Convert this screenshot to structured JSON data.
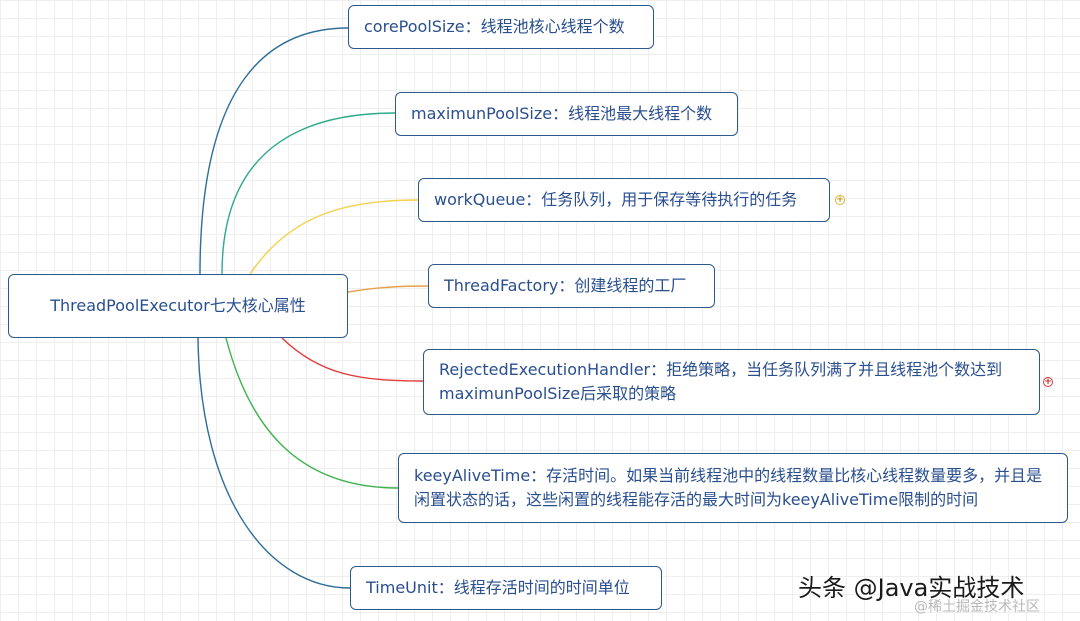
{
  "root": {
    "label": "ThreadPoolExecutor七大核心属性"
  },
  "branches": [
    {
      "label": "corePoolSize：线程池核心线程个数",
      "color": "#2e6f97"
    },
    {
      "label": "maximunPoolSize：线程池最大线程个数",
      "color": "#2eaa8c"
    },
    {
      "label": "workQueue：任务队列，用于保存等待执行的任务",
      "color": "#f2d24a",
      "collapsed": true
    },
    {
      "label": "ThreadFactory：创建线程的工厂",
      "color": "#e7a04a"
    },
    {
      "label": "RejectedExecutionHandler：拒绝策略，当任务队列满了并且线程池个数达到maximunPoolSize后采取的策略",
      "color": "#e23a3a",
      "collapsed": true
    },
    {
      "label": "keeyAliveTime：存活时间。如果当前线程池中的线程数量比核心线程数量要多，并且是闲置状态的话，这些闲置的线程能存活的最大时间为keeyAliveTime限制的时间",
      "color": "#3cb44b"
    },
    {
      "label": "TimeUnit：线程存活时间的时间单位",
      "color": "#2e6f97"
    }
  ],
  "expander_symbol": "+",
  "watermark": {
    "main": "头条 @Java实战技术",
    "sub": "@稀土掘金技术社区"
  }
}
